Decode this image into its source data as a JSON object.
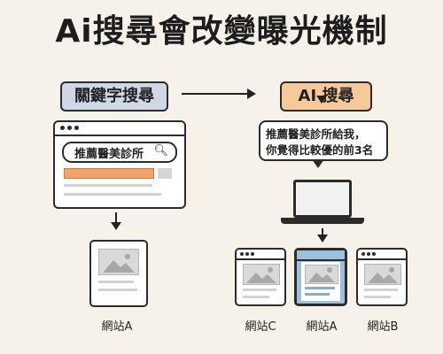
{
  "title": "Ai搜尋會改變曝光機制",
  "traditional": {
    "pill_label": "關鍵字搜尋",
    "search_query": "推薦醫美診所",
    "result_label": "網站A"
  },
  "ai": {
    "pill_label": "AI 搜尋",
    "prompt_line1": "推薦醫美診所給我，",
    "prompt_line2": "你覺得比較優的前3名",
    "results": [
      {
        "label": "網站C"
      },
      {
        "label": "網站A"
      },
      {
        "label": "網站B"
      }
    ]
  },
  "colors": {
    "background": "#f6f2ea",
    "keyword_pill": "#cfd8e6",
    "ai_pill": "#f7c999",
    "highlight_result": "#9ec0df",
    "orange_bar": "#f0a36a"
  }
}
